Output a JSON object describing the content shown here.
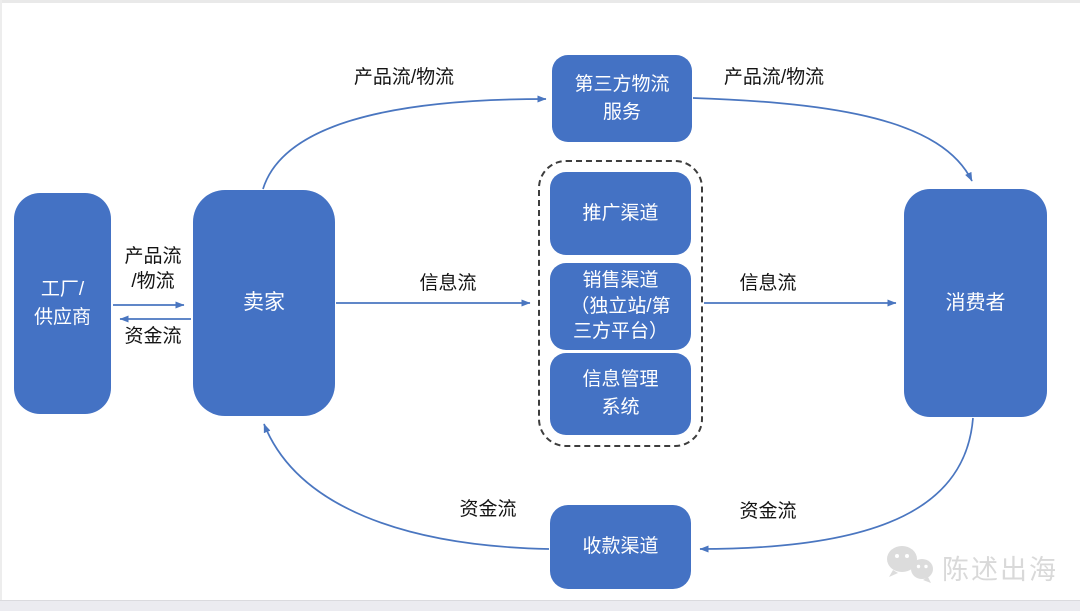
{
  "diagram": {
    "title": "",
    "nodes": {
      "factory": {
        "label": "工厂/\n供应商"
      },
      "seller": {
        "label": "卖家"
      },
      "logistics": {
        "label": "第三方物流\n服务"
      },
      "promotion": {
        "label": "推广渠道"
      },
      "sales": {
        "label": "销售渠道\n（独立站/第\n三方平台）"
      },
      "info_system": {
        "label": "信息管理\n系统"
      },
      "consumer": {
        "label": "消费者"
      },
      "payment": {
        "label": "收款渠道"
      }
    },
    "edge_labels": {
      "product_flow_left": "产品流\n/物流",
      "capital_flow_left": "资金流",
      "product_flow_top_left": "产品流/物流",
      "product_flow_top_right": "产品流/物流",
      "info_flow_left": "信息流",
      "info_flow_right": "信息流",
      "capital_flow_bottom_left": "资金流",
      "capital_flow_bottom_right": "资金流"
    },
    "edges": [
      {
        "from": "factory",
        "to": "seller",
        "label": "产品流/物流",
        "style": "straight"
      },
      {
        "from": "seller",
        "to": "factory",
        "label": "资金流",
        "style": "straight"
      },
      {
        "from": "seller",
        "to": "logistics",
        "label": "产品流/物流",
        "style": "curved"
      },
      {
        "from": "logistics",
        "to": "consumer",
        "label": "产品流/物流",
        "style": "curved"
      },
      {
        "from": "seller",
        "to": "channels_group",
        "label": "信息流",
        "style": "straight"
      },
      {
        "from": "channels_group",
        "to": "consumer",
        "label": "信息流",
        "style": "straight"
      },
      {
        "from": "consumer",
        "to": "payment",
        "label": "资金流",
        "style": "curved"
      },
      {
        "from": "payment",
        "to": "seller",
        "label": "资金流",
        "style": "curved"
      }
    ]
  },
  "watermark": {
    "icon": "wechat-icon",
    "text": "陈述出海"
  },
  "colors": {
    "node_fill": "#4472c4",
    "node_text": "#ffffff",
    "arrow": "#4a76c0",
    "label_text": "#141414",
    "dashed_border": "#3d3d3d",
    "watermark": "#d9d9d9",
    "bottom_bar": "#ebebf0"
  }
}
